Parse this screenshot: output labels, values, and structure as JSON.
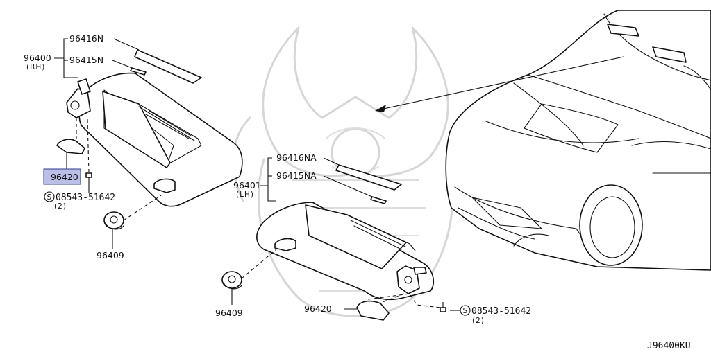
{
  "watermark": {
    "type": "samurai-helmet-emblem"
  },
  "labels": {
    "rh_assembly": "96400",
    "rh_side": "(RH)",
    "rh_strip_upper": "96416N",
    "rh_strip_lower": "96415N",
    "rh_holder": "96420",
    "rh_screw": "08543-51642",
    "rh_screw_qty": "(2)",
    "rh_bracket": "96409",
    "lh_assembly": "96401",
    "lh_side": "(LH)",
    "lh_strip_upper": "96416NA",
    "lh_strip_lower": "96415NA",
    "lh_holder": "96420",
    "lh_screw": "08543-51642",
    "lh_screw_qty": "(2)",
    "lh_bracket": "96409",
    "screw_symbol": "S",
    "diagram_code": "J96400KU"
  },
  "highlight": {
    "part": "96420",
    "fill": "#b9bfe6",
    "border": "#2f3a8a"
  }
}
